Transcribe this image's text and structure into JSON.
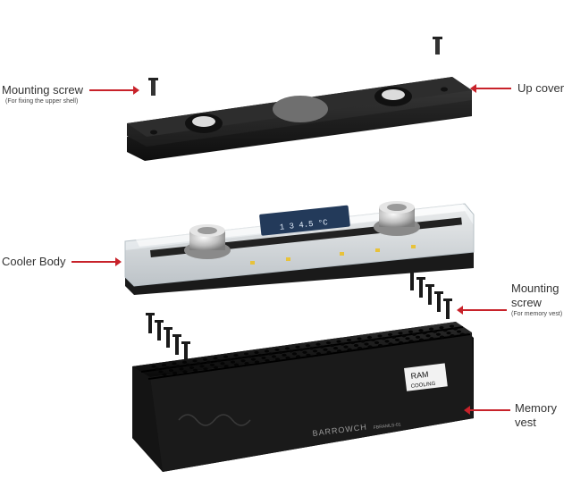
{
  "labels": {
    "mounting_screw_top": {
      "title": "Mounting screw",
      "note": "(For fixing the upper shell)"
    },
    "up_cover": {
      "title": "Up cover"
    },
    "cooler_body": {
      "title": "Cooler Body"
    },
    "mounting_screw_vest": {
      "title_line1": "Mounting",
      "title_line2": "screw",
      "note": "(For memory vest)"
    },
    "memory_vest": {
      "title_line1": "Memory",
      "title_line2": "vest"
    }
  },
  "product_markings": {
    "badge_line1": "RAM",
    "badge_line2": "COOLING",
    "brand": "BARROWCH",
    "model": "FBRAMLS-01",
    "display_reading": "1 3 4.5 °C"
  },
  "colors": {
    "arrow": "#c8222a",
    "anodized_black": "#1a1a1a",
    "acrylic": "#e8ecef"
  }
}
